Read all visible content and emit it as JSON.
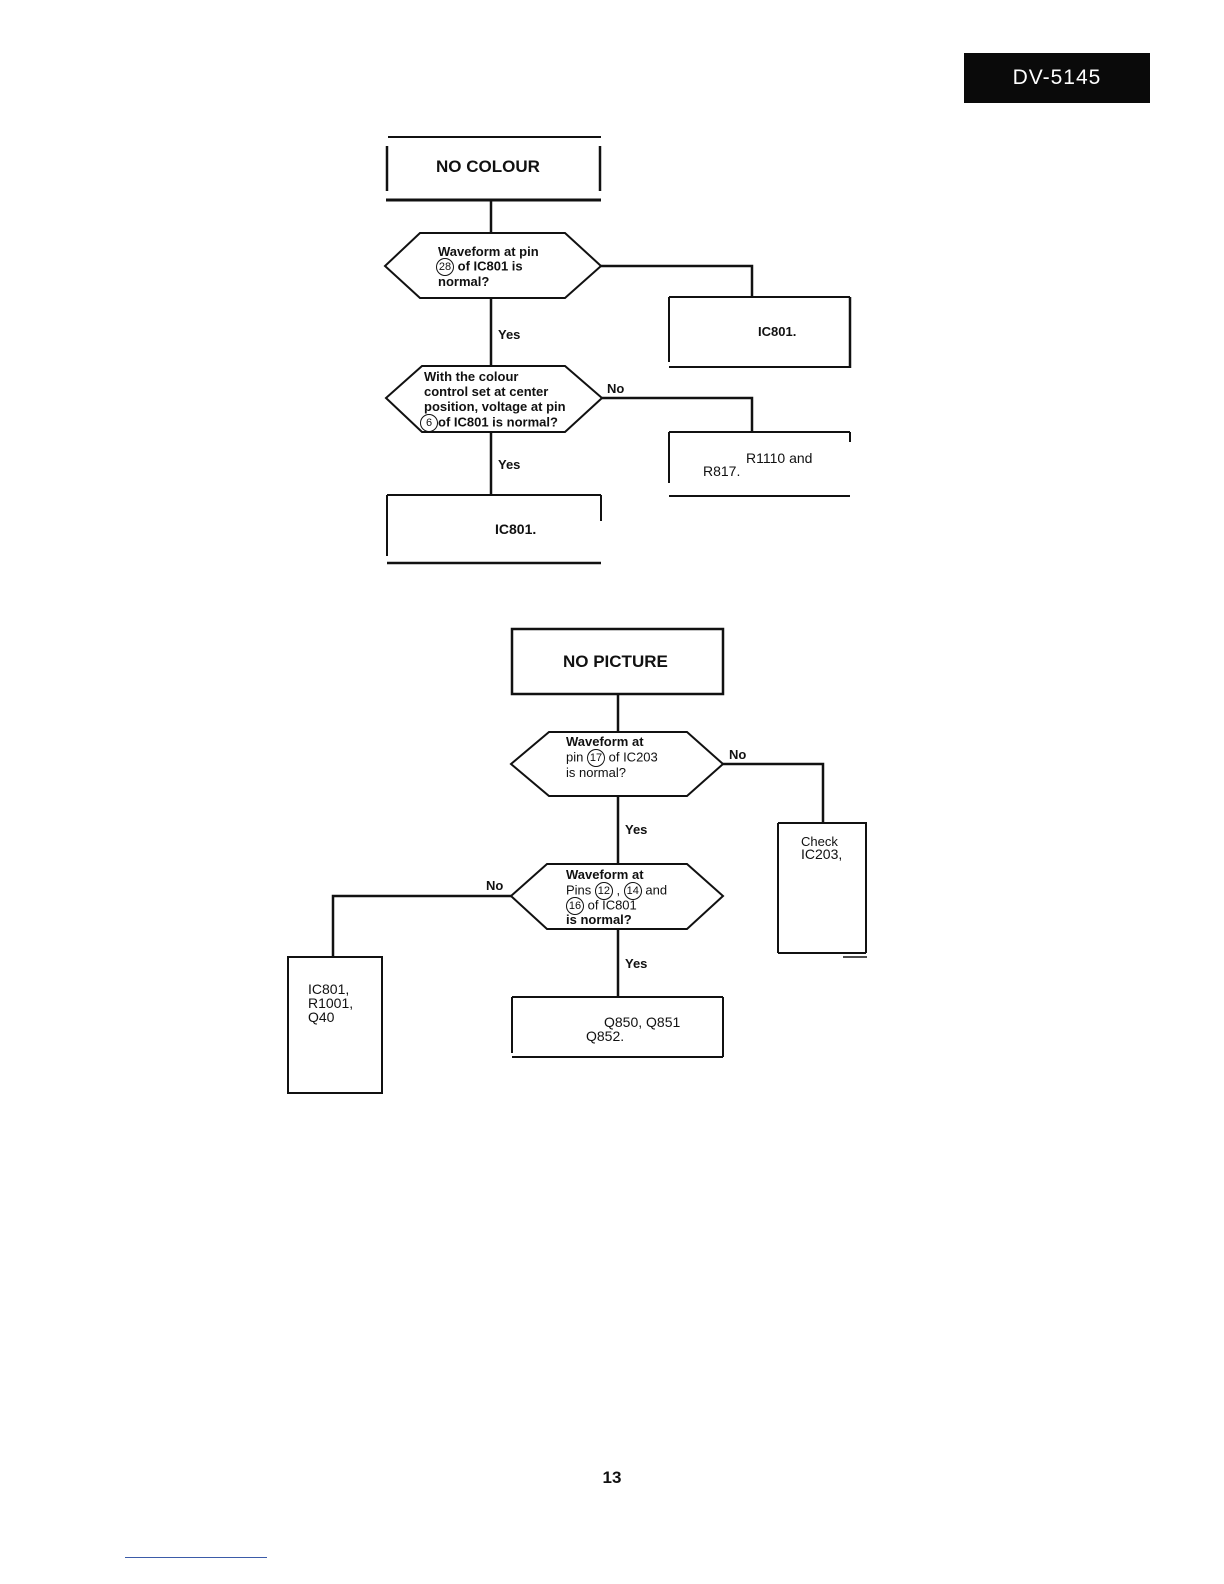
{
  "header": {
    "model": "DV-5145"
  },
  "no_colour": {
    "title": "NO COLOUR",
    "d1": {
      "l1": "Waveform at pin",
      "pin": "28",
      "l2": "of IC801 is",
      "l3": "normal?"
    },
    "yes1": "Yes",
    "box_right1": "IC801.",
    "d2": {
      "l1": "With the colour",
      "l2": "control set at center",
      "l3": "position, voltage at pin",
      "pin": "6",
      "l4": "of IC801 is normal?"
    },
    "no2": "No",
    "box_right2": {
      "l1": "R1110 and",
      "l2": "R817."
    },
    "yes2": "Yes",
    "box_bottom": "IC801."
  },
  "no_picture": {
    "title": "NO PICTURE",
    "d1": {
      "l1": "Waveform at",
      "pre": "pin",
      "pin": "17",
      "post": "of IC203",
      "l3": "is normal?"
    },
    "no1": "No",
    "box_right": {
      "l1": "Check",
      "l2": "IC203,"
    },
    "yes1": "Yes",
    "d2": {
      "l1": "Waveform at",
      "pre": "Pins",
      "pin_a": "12",
      "comma": ",",
      "pin_b": "14",
      "and": "and",
      "pin_c": "16",
      "post": "of IC801",
      "l3": "is normal?"
    },
    "no2": "No",
    "box_left": {
      "l1": "IC801,",
      "l2": "R1001,",
      "l3": "Q40"
    },
    "yes2": "Yes",
    "box_bottom": {
      "l1": "Q850, Q851",
      "l2": "Q852."
    }
  },
  "page_number": "13"
}
